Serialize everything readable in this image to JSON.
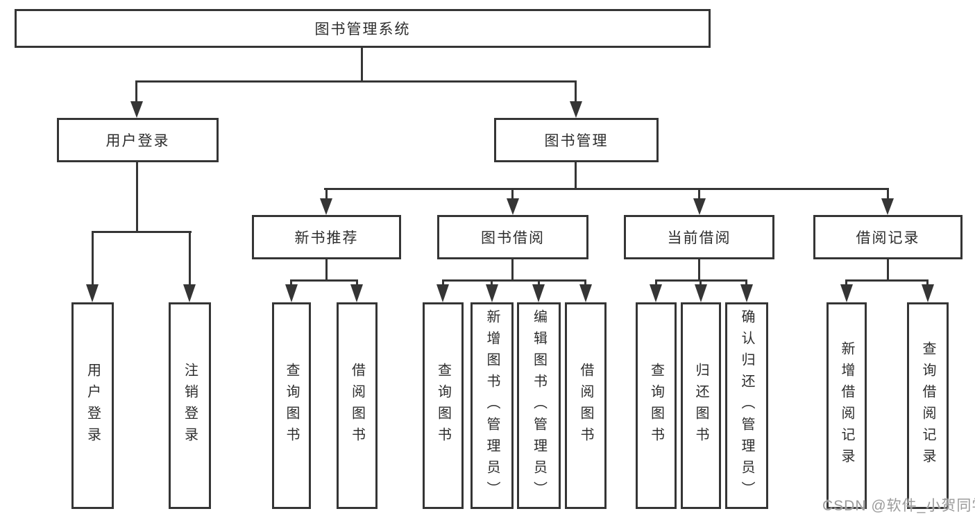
{
  "tree": {
    "root": {
      "label": "图书管理系统"
    },
    "level2": [
      {
        "label": "用户登录"
      },
      {
        "label": "图书管理"
      }
    ],
    "level3": [
      {
        "label": "新书推荐"
      },
      {
        "label": "图书借阅"
      },
      {
        "label": "当前借阅"
      },
      {
        "label": "借阅记录"
      }
    ],
    "leaves": {
      "user_login": [
        {
          "label": "用户登录"
        },
        {
          "label": "注销登录"
        }
      ],
      "new_book_recommendation": [
        {
          "label": "查询图书"
        },
        {
          "label": "借阅图书"
        }
      ],
      "book_borrowing": [
        {
          "label": "查询图书"
        },
        {
          "label": "新增图书（管理员）"
        },
        {
          "label": "编辑图书（管理员）"
        },
        {
          "label": "借阅图书"
        }
      ],
      "current_borrowing": [
        {
          "label": "查询图书"
        },
        {
          "label": "归还图书"
        },
        {
          "label": "确认归还（管理员）"
        }
      ],
      "borrowing_records": [
        {
          "label": "新增借阅记录"
        },
        {
          "label": "查询借阅记录"
        }
      ]
    }
  },
  "watermark": {
    "text": "CSDN @软件_小贺同学"
  },
  "colors": {
    "line": "#353535",
    "text": "#2d2d2d",
    "watermark": "#9b9b9b",
    "background": "#ffffff"
  }
}
